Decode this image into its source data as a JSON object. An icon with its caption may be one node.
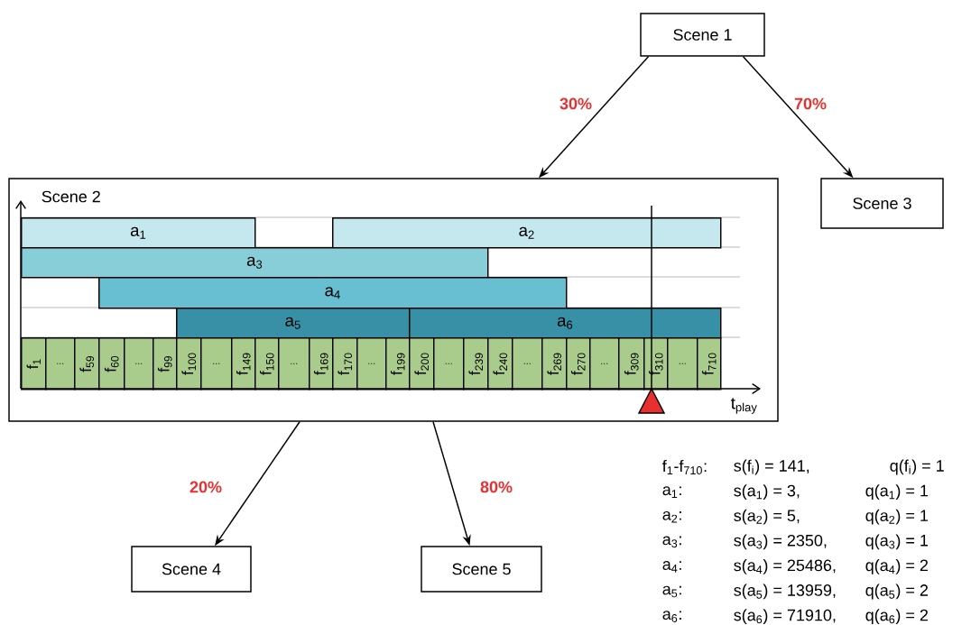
{
  "diagram": {
    "nodes": [
      {
        "text": [
          "Scene 1"
        ]
      },
      {
        "text": [
          "Scene 2"
        ]
      },
      {
        "text": [
          "Scene 3"
        ]
      },
      {
        "text": [
          "Scene 4"
        ]
      },
      {
        "text": [
          "Scene 5"
        ]
      },
      {
        "text": [
          "a$_{1}$"
        ],
        "in": 1
      },
      {
        "text": [
          "a$_{2}$"
        ],
        "in": 1
      },
      {
        "text": [
          "a$_{3}$"
        ],
        "in": 1
      },
      {
        "text": [
          "a$_{4}$"
        ],
        "in": 1
      },
      {
        "text": [
          "a$_{5}$"
        ],
        "in": 1
      },
      {
        "text": [
          "a$_{6}$"
        ],
        "in": 1
      },
      {
        "text": [
          "f$_{1}$"
        ],
        "in": 1
      },
      {
        "text": [
          "..."
        ],
        "in": 1
      },
      {
        "text": [
          "f$_{59}$"
        ],
        "in": 1
      },
      {
        "text": [
          "f$_{60}$"
        ],
        "in": 1
      },
      {
        "text": [
          "..."
        ],
        "in": 1
      },
      {
        "text": [
          "f$_{99}$"
        ],
        "in": 1
      },
      {
        "text": [
          "f$_{100}$"
        ],
        "in": 1
      },
      {
        "text": [
          "..."
        ],
        "in": 1
      },
      {
        "text": [
          "f$_{149}$"
        ],
        "in": 1
      },
      {
        "text": [
          "f$_{150}$"
        ],
        "in": 1
      },
      {
        "text": [
          "..."
        ],
        "in": 1
      },
      {
        "text": [
          "f$_{169}$"
        ],
        "in": 1
      },
      {
        "text": [
          "f$_{170}$"
        ],
        "in": 1
      },
      {
        "text": [
          "..."
        ],
        "in": 1
      },
      {
        "text": [
          "f$_{199}$"
        ],
        "in": 1
      },
      {
        "text": [
          "f$_{200}$"
        ],
        "in": 1
      },
      {
        "text": [
          "..."
        ],
        "in": 1
      },
      {
        "text": [
          "f$_{239}$"
        ],
        "in": 1
      },
      {
        "text": [
          "f$_{240}$"
        ],
        "in": 1
      },
      {
        "text": [
          "..."
        ],
        "in": 1
      },
      {
        "text": [
          "f$_{269}$"
        ],
        "in": 1
      },
      {
        "text": [
          "f$_{270}$"
        ],
        "in": 1
      },
      {
        "text": [
          "..."
        ],
        "in": 1
      },
      {
        "text": [
          "f$_{309}$"
        ],
        "in": 1
      },
      {
        "text": [
          "f$_{310}$"
        ],
        "in": 1
      },
      {
        "text": [
          "..."
        ],
        "in": 1
      },
      {
        "text": [
          "f$_{710}$"
        ],
        "in": 1
      }
    ],
    "edges": [
      {
        "from": 0,
        "to": 1,
        "arrow": "to",
        "label": "30%"
      },
      {
        "from": 0,
        "to": 2,
        "arrow": "to",
        "label": "70%"
      },
      {
        "from": 1,
        "to": 3,
        "arrow": "to",
        "label": "20%"
      },
      {
        "from": 1,
        "to": 4,
        "arrow": "to",
        "label": "80%"
      }
    ],
    "labels": [
      "t$_{play}$",
      "f$_{1}$-f$_{710}$:",
      "s(f$_{i}$) = 141,",
      "q(f$_{i}$) = 1",
      "a$_{1}$:",
      "s(a$_{1}$) = 3,",
      "q(a$_{1}$) = 1",
      "a$_{2}$:",
      "s(a$_{2}$) = 5,",
      "q(a$_{2}$) = 1",
      "a$_{3}$:",
      "s(a$_{3}$) = 2350,",
      "q(a$_{3}$) = 1",
      "a$_{4}$:",
      "s(a$_{4}$) = 25486,",
      "q(a$_{4}$) = 2",
      "a$_{5}$:",
      "s(a$_{5}$) = 13959,",
      "q(a$_{5}$) = 2",
      "a$_{6}$:",
      "s(a$_{6}$) = 71910,",
      "q(a$_{6}$) = 2"
    ]
  }
}
